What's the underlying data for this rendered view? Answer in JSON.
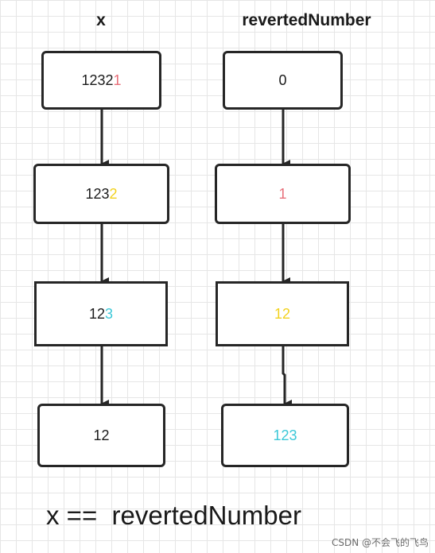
{
  "titles": {
    "x": "x",
    "reverted": "revertedNumber"
  },
  "colors": {
    "red": "#e8707a",
    "yellow": "#f2d21e",
    "cyan": "#3cc8d8",
    "text": "#1a1a1a"
  },
  "x_column": [
    {
      "prefix": "1232",
      "highlight": "1",
      "highlight_color": "red"
    },
    {
      "prefix": "123",
      "highlight": "2",
      "highlight_color": "yellow"
    },
    {
      "prefix": "12",
      "highlight": "3",
      "highlight_color": "cyan"
    },
    {
      "prefix": "12",
      "highlight": "",
      "highlight_color": ""
    }
  ],
  "reverted_column": [
    {
      "prefix": "0",
      "highlight": "",
      "highlight_color": ""
    },
    {
      "prefix": "",
      "highlight": "1",
      "highlight_color": "red"
    },
    {
      "prefix": "",
      "highlight": "12",
      "highlight_color": "yellow"
    },
    {
      "prefix": "",
      "highlight": "123",
      "highlight_color": "cyan"
    }
  ],
  "equation": "x ==  revertedNumber",
  "watermark": "CSDN @不会飞的飞鸟"
}
